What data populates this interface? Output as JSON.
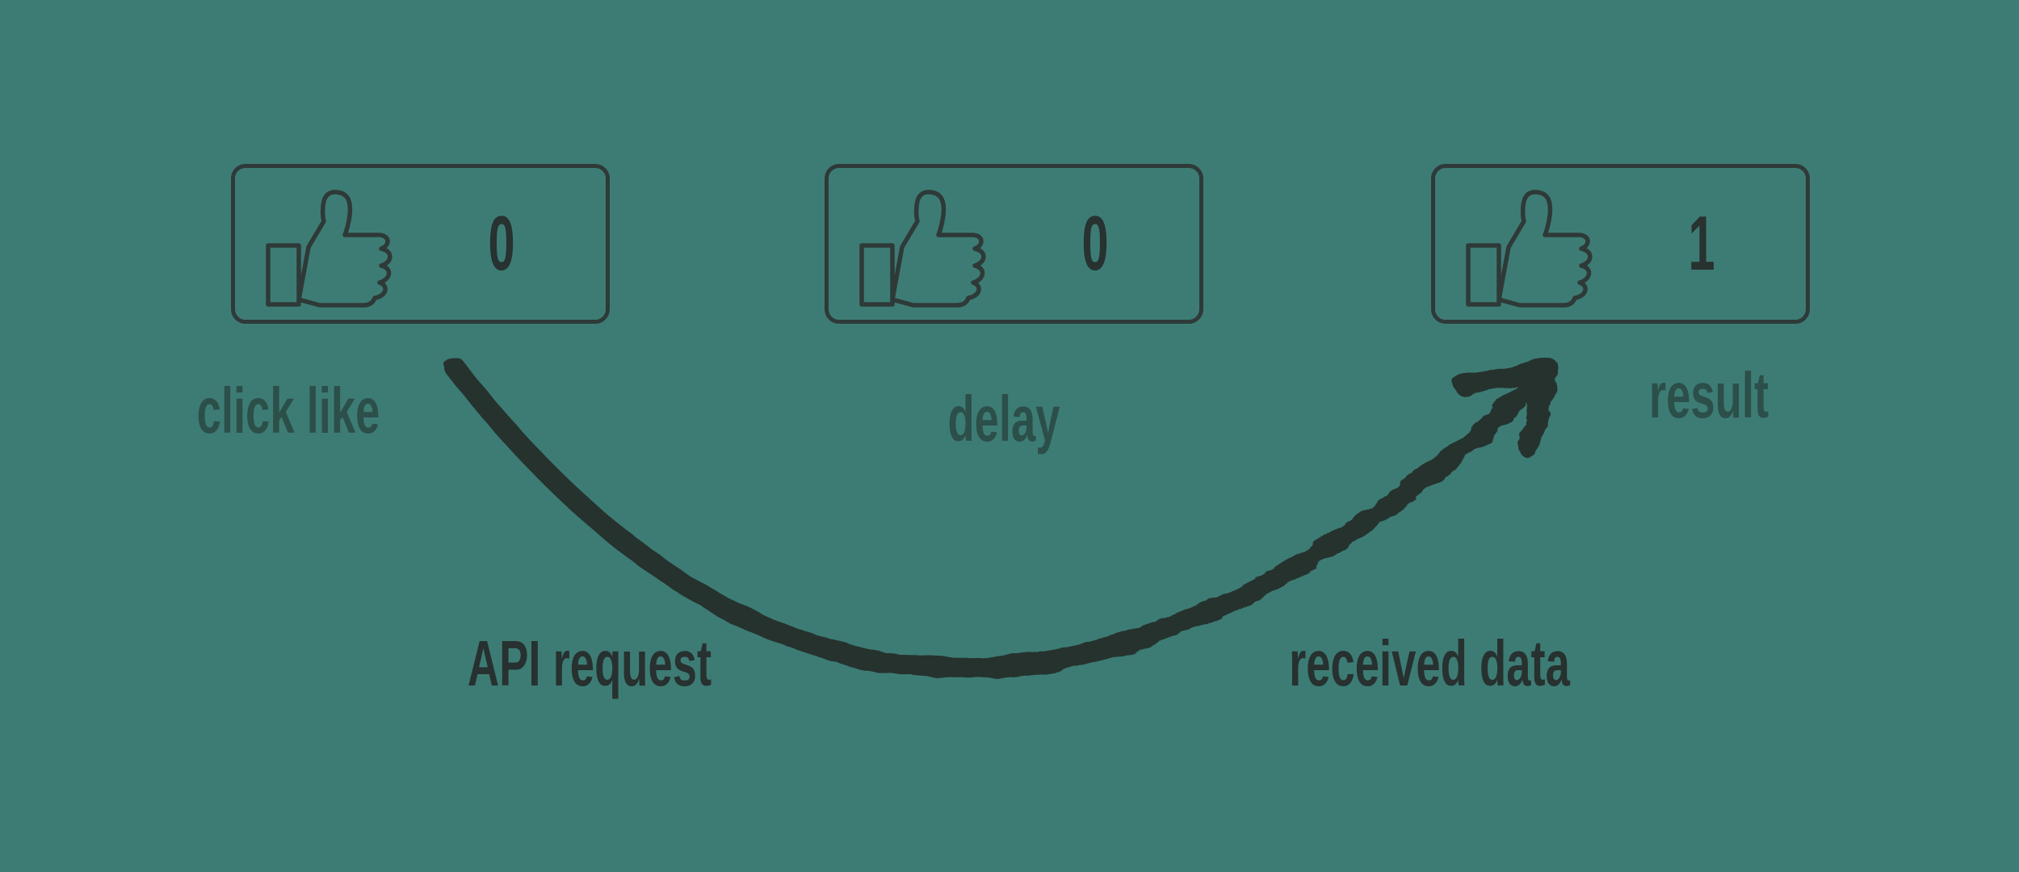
{
  "colors": {
    "background": "#3d7c74",
    "outline": "#2e3a38",
    "count_text": "#273231",
    "step_label": "#2c4f4a",
    "arrow": "#25302e",
    "arrow_label": "#273130"
  },
  "steps": [
    {
      "label": "click like",
      "count": "0",
      "icon": "thumbs-up-icon"
    },
    {
      "label": "delay",
      "count": "0",
      "icon": "thumbs-up-icon"
    },
    {
      "label": "result",
      "count": "1",
      "icon": "thumbs-up-icon"
    }
  ],
  "arrow": {
    "style": "hand-drawn-curve",
    "start_label": "API request",
    "end_label": "received data"
  }
}
